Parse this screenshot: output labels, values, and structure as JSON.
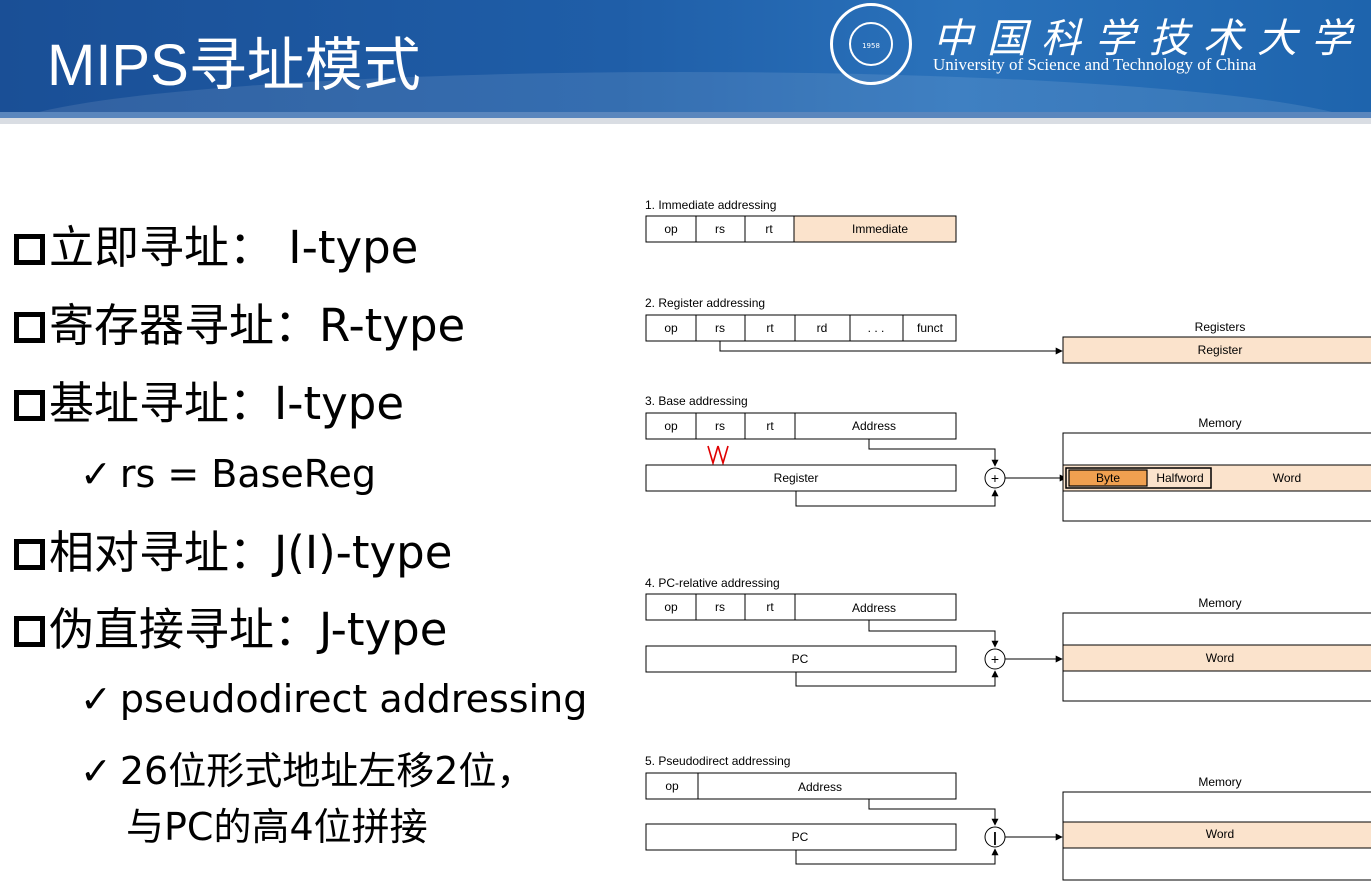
{
  "header": {
    "title": "MIPS寻址模式",
    "logo_cn": "中国科学技术大学",
    "logo_en": "University of Science and Technology of China",
    "logo_year": "1958"
  },
  "bullets": [
    {
      "text": "立即寻址： I-type"
    },
    {
      "text": "寄存器寻址：R-type"
    },
    {
      "text": "基址寻址：I-type"
    },
    {
      "text": "相对寻址：J(I)-type"
    },
    {
      "text": "伪直接寻址：J-type"
    }
  ],
  "sub_bullets": {
    "base": [
      "rs = BaseReg"
    ],
    "pseudo": [
      "pseudodirect addressing",
      "26位形式地址左移2位，",
      "与PC的高4位拼接"
    ]
  },
  "check_mark": "✓",
  "diagram": {
    "mode1": {
      "title": "1. Immediate addressing",
      "fields": [
        "op",
        "rs",
        "rt",
        "Immediate"
      ]
    },
    "mode2": {
      "title": "2. Register addressing",
      "fields": [
        "op",
        "rs",
        "rt",
        "rd",
        ". . .",
        "funct"
      ],
      "target_title": "Registers",
      "target": "Register"
    },
    "mode3": {
      "title": "3. Base addressing",
      "fields": [
        "op",
        "rs",
        "rt",
        "Address"
      ],
      "register": "Register",
      "adder": "+",
      "target_title": "Memory",
      "cells": [
        "Byte",
        "Halfword",
        "Word"
      ]
    },
    "mode4": {
      "title": "4. PC-relative addressing",
      "fields": [
        "op",
        "rs",
        "rt",
        "Address"
      ],
      "register": "PC",
      "adder": "+",
      "target_title": "Memory",
      "target": "Word"
    },
    "mode5": {
      "title": "5. Pseudodirect addressing",
      "fields": [
        "op",
        "Address"
      ],
      "register": "PC",
      "adder": "|",
      "target_title": "Memory",
      "target": "Word"
    }
  },
  "colors": {
    "header_blue": "#1f5ea8",
    "highlight": "#fbe3cc",
    "byte_fill": "#f0a050",
    "annotation_red": "#e00000"
  }
}
